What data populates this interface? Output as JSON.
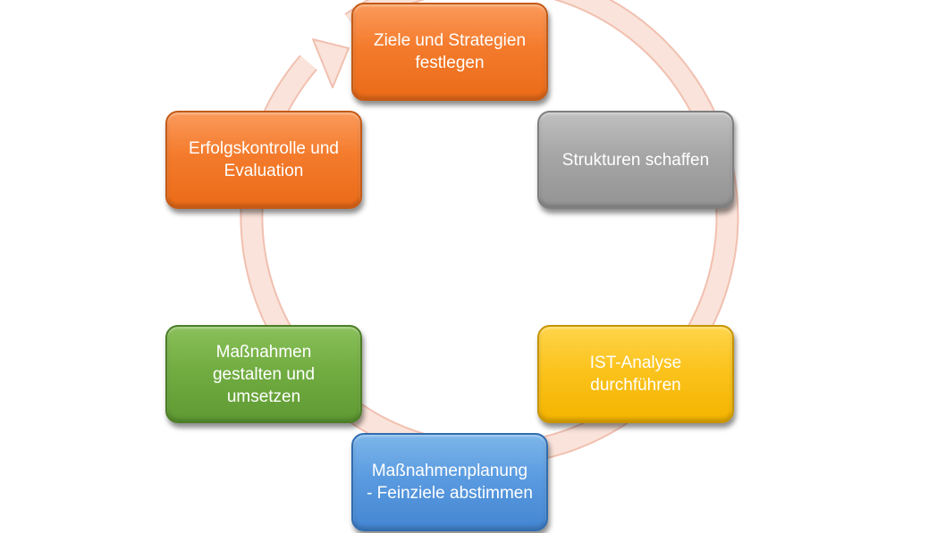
{
  "diagram": {
    "type": "cycle",
    "ring_color": "#f8ddd4",
    "ring_border_color": "#f1c0b0",
    "steps": [
      {
        "id": 1,
        "label": "Ziele und Strategien festlegen",
        "lines": [
          "Ziele und Strategien",
          "festlegen"
        ],
        "color": "orange"
      },
      {
        "id": 2,
        "label": "Strukturen schaffen",
        "lines": [
          "Strukturen schaffen"
        ],
        "color": "grey"
      },
      {
        "id": 3,
        "label": "IST-Analyse durchführen",
        "lines": [
          "IST-Analyse",
          "durchführen"
        ],
        "color": "yellow"
      },
      {
        "id": 4,
        "label": "Maßnahmenplanung - Feinziele abstimmen",
        "lines": [
          "Maßnahmenplanung",
          "- Feinziele abstimmen"
        ],
        "color": "blue"
      },
      {
        "id": 5,
        "label": "Maßnahmen gestalten und umsetzen",
        "lines": [
          "Maßnahmen",
          "gestalten und",
          "umsetzen"
        ],
        "color": "green"
      },
      {
        "id": 6,
        "label": "Erfolgskontrolle und Evaluation",
        "lines": [
          "Erfolgskontrolle und",
          "Evaluation"
        ],
        "color": "orange"
      }
    ]
  }
}
